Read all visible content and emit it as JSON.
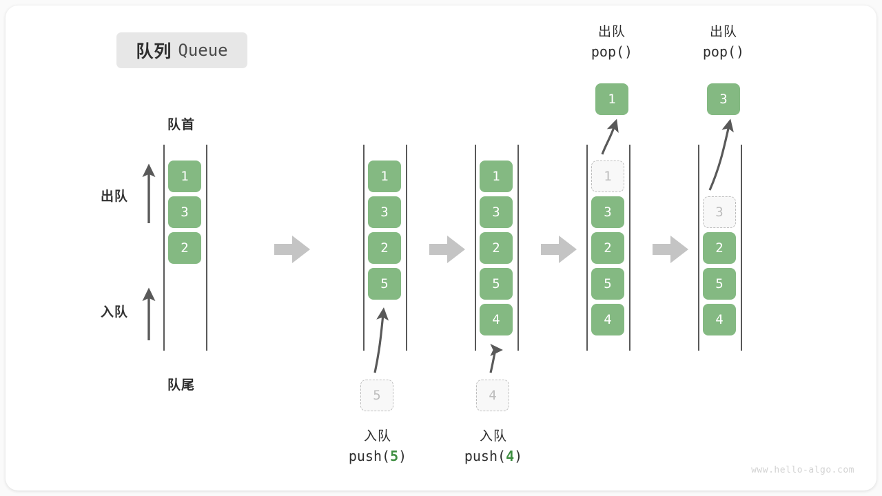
{
  "title": {
    "cn": "队列",
    "en": "Queue"
  },
  "labels": {
    "front": "队首",
    "rear": "队尾",
    "dequeue": "出队",
    "enqueue": "入队"
  },
  "watermark": "www.hello-algo.com",
  "colors": {
    "box_green": "#84b982",
    "ghost_gray": "#bdbdbd",
    "arrow_gray": "#c4c4c4",
    "line_gray": "#595959",
    "badge_bg": "#e7e7e7",
    "accent_green": "#3e8e41"
  },
  "columns": [
    {
      "name": "initial-queue",
      "items": [
        "1",
        "3",
        "2"
      ],
      "ghost_top": null,
      "ghost_bottom": null,
      "popped": null,
      "header": null,
      "footer": null
    },
    {
      "name": "push-5",
      "items": [
        "1",
        "3",
        "2",
        "5"
      ],
      "ghost_top": null,
      "ghost_bottom": "5",
      "popped": null,
      "header": null,
      "footer": {
        "cn": "入队",
        "code_pre": "push(",
        "arg": "5",
        "code_post": ")"
      }
    },
    {
      "name": "push-4",
      "items": [
        "1",
        "3",
        "2",
        "5",
        "4"
      ],
      "ghost_top": null,
      "ghost_bottom": "4",
      "popped": null,
      "header": null,
      "footer": {
        "cn": "入队",
        "code_pre": "push(",
        "arg": "4",
        "code_post": ")"
      }
    },
    {
      "name": "pop-1",
      "items": [
        "3",
        "2",
        "5",
        "4"
      ],
      "ghost_top": "1",
      "ghost_bottom": null,
      "popped": "1",
      "header": {
        "cn": "出队",
        "code": "pop()"
      },
      "footer": null
    },
    {
      "name": "pop-3",
      "items": [
        "2",
        "5",
        "4"
      ],
      "ghost_top": "3",
      "ghost_bottom": null,
      "popped": "3",
      "header": {
        "cn": "出队",
        "code": "pop()"
      },
      "footer": null
    }
  ],
  "step_arrows": 4
}
